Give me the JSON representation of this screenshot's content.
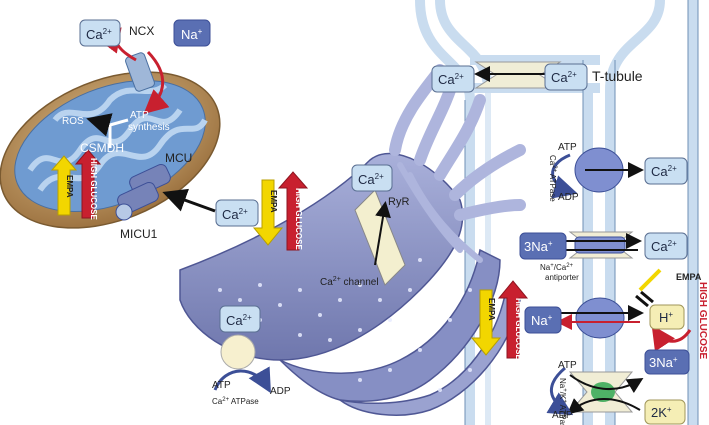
{
  "ions": {
    "ca": "Ca",
    "na": "Na",
    "ca2": "2+",
    "plus": "+",
    "three_na": "3Na",
    "two_k": "2K",
    "h": "H"
  },
  "labels": {
    "ncx": "NCX",
    "ros": "ROS",
    "atp_synthesis_1": "ATP",
    "atp_synthesis_2": "synthesis",
    "csmdh": "CSMDH",
    "mcu": "MCU",
    "micu1": "MICU1",
    "ryr": "RyR",
    "ca_channel": "Ca",
    "ca_channel_sup": "2+",
    "ca_channel_rest": " channel",
    "t_tubule": "T-tubule",
    "atp": "ATP",
    "adp": "ADP",
    "ca_atpase_membrane": "Ca",
    "ca_atpase_membrane_sup": "2+",
    "ca_atpase_membrane_rest": " ATPase",
    "ca_atpase_sr": "Ca",
    "ca_atpase_sr_sup": "2+",
    "ca_atpase_sr_rest": " ATPase",
    "na_ca_antiporter_1": "Na",
    "na_ca_antiporter_1_sup": "+",
    "na_ca_antiporter_1_mid": "/Ca",
    "na_ca_antiporter_1_sup2": "2+",
    "na_ca_antiporter_2": "antiporter",
    "na_k_atpase": "Na",
    "na_k_atpase_sup1": "+",
    "na_k_atpase_mid": "/K",
    "na_k_atpase_sup2": "+",
    "na_k_atpase_rest": " ATPase",
    "empa": "EMPA",
    "high_glucose": "HIGH GLUCOSE"
  },
  "colors": {
    "ion_box": "#c9dff2",
    "ion_box_dark": "#5a6fb3",
    "empa_arrow": "#f2d600",
    "high_glucose_arrow": "#c8202f",
    "membrane": "#c9dcef",
    "sr_body": "#8e96c8",
    "mito_outer": "#c8a06a"
  }
}
